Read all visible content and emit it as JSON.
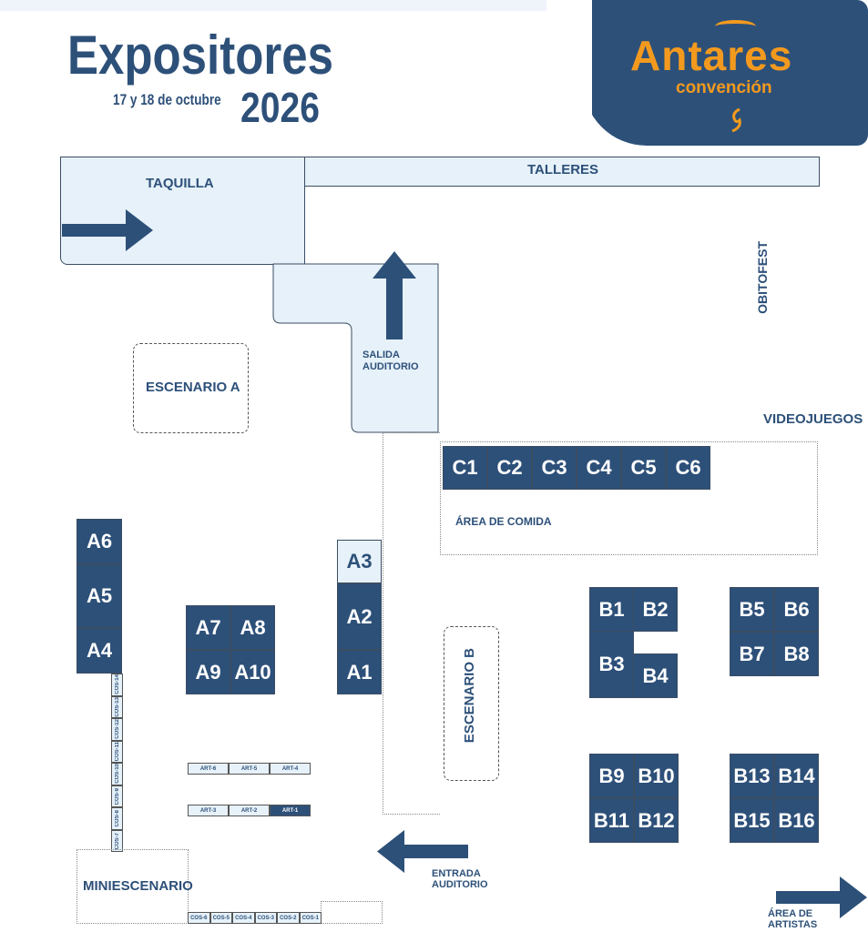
{
  "header": {
    "title": "Expositores",
    "dates": "17 y 18 de octubre",
    "year": "2026",
    "logo_text": "Antares",
    "logo_sub": "convención"
  },
  "colors": {
    "primary": "#2d5079",
    "light": "#e6f1f9",
    "logo_orange": "#f39a1e",
    "logo_yellow": "#f7c31a"
  },
  "areas": {
    "taquilla": "TAQUILLA",
    "talleres": "TALLERES",
    "salida": "SALIDA AUDITORIO",
    "obitofest": "OBITOFEST",
    "escenario_a": "ESCENARIO A",
    "videojuegos": "VIDEOJUEGOS",
    "comida": "ÁREA DE COMIDA",
    "escenario_b": "ESCENARIO B",
    "miniescenario": "MINIESCENARIO",
    "entrada": "ENTRADA AUDITORIO",
    "artistas": "ÁREA DE ARTISTAS"
  },
  "stands": {
    "c": [
      "C1",
      "C2",
      "C3",
      "C4",
      "C5",
      "C6"
    ],
    "a_col": [
      "A6",
      "A5",
      "A4"
    ],
    "a_grid": [
      "A7",
      "A8",
      "A9",
      "A10"
    ],
    "a_mid": [
      "A3",
      "A2",
      "A1"
    ],
    "b1": [
      "B1",
      "B2",
      "B3",
      "B4"
    ],
    "b5": [
      "B5",
      "B6",
      "B7",
      "B8"
    ],
    "b9": [
      "B9",
      "B10",
      "B11",
      "B12"
    ],
    "b13": [
      "B13",
      "B14",
      "B15",
      "B16"
    ],
    "cos_vertical": [
      "COS-14",
      "COS-13",
      "COS-12",
      "COS-11",
      "COS-10",
      "COS-9",
      "COS-8",
      "COS-7"
    ],
    "art_top": [
      "ART-6",
      "ART-5",
      "ART-4"
    ],
    "art_bottom": [
      "ART-3",
      "ART-2",
      "ART-1"
    ],
    "cos_bottom": [
      "COS-6",
      "COS-5",
      "COS-4",
      "COS-3",
      "COS-2",
      "COS-1"
    ]
  }
}
